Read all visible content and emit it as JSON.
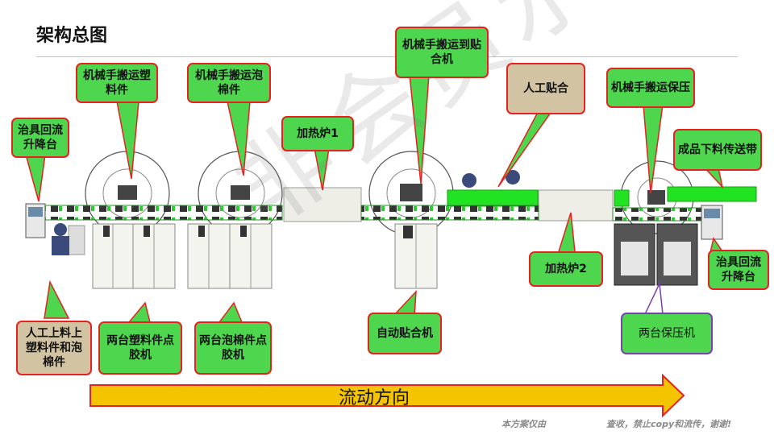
{
  "title": "架构总图",
  "watermark": "非会员水印",
  "labels": {
    "fixture_lift_left": "治具回流升降台",
    "robot_plastic": "机械手搬运塑料件",
    "robot_foam": "机械手搬运泡棉件",
    "heater1": "加热炉1",
    "robot_bonder": "机械手搬运到贴合机",
    "manual_bond": "人工贴合",
    "robot_press": "机械手搬运保压",
    "product_conveyor": "成品下料传送带",
    "fixture_lift_right": "治具回流升降台",
    "manual_load": "人工上料上塑料件和泡棉件",
    "plastic_glue": "两台塑料件点胶机",
    "foam_glue": "两台泡棉件点胶机",
    "auto_bonder": "自动贴合机",
    "heater2": "加热炉2",
    "press_machines": "两台保压机"
  },
  "flow": {
    "label": "流动方向"
  },
  "footer": {
    "left": "本方案仅由",
    "right": "查收，禁止copy和流传，谢谢!"
  },
  "colors": {
    "callout_green": "#4fd64f",
    "callout_tan": "#d2c4a2",
    "callout_border": "#e82020",
    "press_border": "#7b3fb3",
    "arrow_fill": "#f5c400",
    "arrow_border": "#e82020",
    "module_green": "#22e322"
  }
}
